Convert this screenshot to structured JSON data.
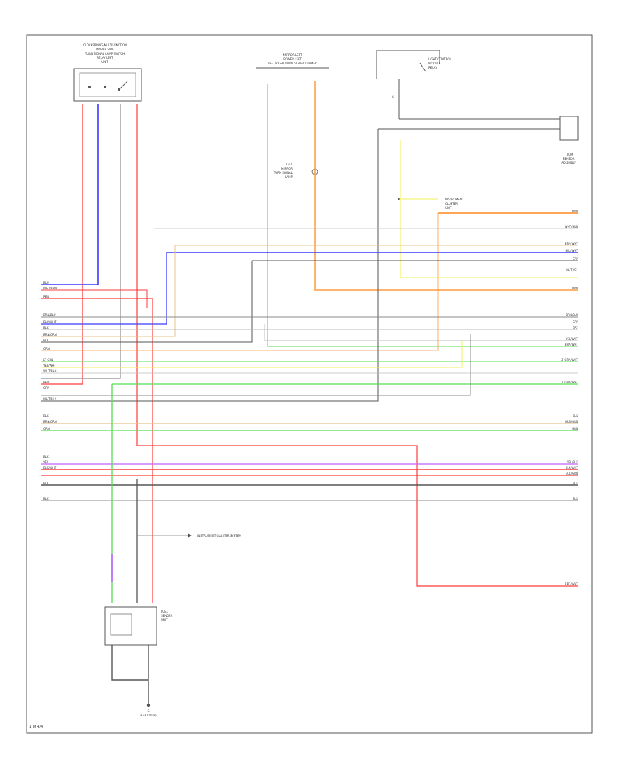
{
  "diagram": {
    "page_code": "1 of 4/4",
    "components": {
      "top_left": [
        "CLOCKSPRING/MULTIFUNCTION",
        "DRIVER SIDE",
        "TURN SIGNAL LAMP SWITCH",
        "RELAY LEFT",
        "UNIT"
      ],
      "top_center": [
        "MIRROR LEFT",
        "POWER LEFT",
        "LEFT/RIGHT/TURN SIGNAL DIMMER"
      ],
      "top_right": [
        "LIGHT CONTROL",
        "MODULE",
        "RELAY"
      ],
      "right_mid": [
        "LCM",
        "SENSOR",
        "ASSEMBLY"
      ],
      "center": [
        "LEFT",
        "MIRROR",
        "TURN SIGNAL",
        "LAMP"
      ],
      "mid_right": [
        "INSTRUMENT",
        "CLUSTER",
        "UNIT"
      ],
      "bottom": [
        "FUEL",
        "SENDER",
        "UNIT"
      ],
      "ground": [
        "G",
        "(LEFT SIDE)"
      ],
      "instrument_ref": "INSTRUMENT CLUSTER SYSTEM"
    },
    "left_rows": [
      "BLU",
      "WHT/BRN",
      "RED",
      "BRN/BLU",
      "BLU/WHT",
      "BLK",
      "BRN/ORN",
      "BLK",
      "ORN",
      "LT GRN",
      "YEL/WHT",
      "WHT/BLK",
      "RED",
      "GRY",
      "WHT/BLK",
      "BLK",
      "BRN/ORN",
      "GRN",
      "BLK",
      "YEL",
      "BLK/WHT",
      "BLK",
      "BLK"
    ],
    "right_rows": [
      "ORN",
      "WHT/BRN",
      "BRN/WHT",
      "BLU/WHT",
      "GRY",
      "WHT/YEL",
      "ORN",
      "BRN/BLU",
      "GRY",
      "GRY",
      "YEL/WHT",
      "BRN/WHT",
      "LT GRN/WHT",
      "LT GRN/WHT",
      "BLK",
      "BRN/ORN",
      "GRN",
      "YEL/BLK",
      "BLK/WHT",
      "BLK/GRN",
      "BLK",
      "BLK",
      "RED/WHT"
    ],
    "wire_colors": {
      "red": "#ff3b3b",
      "blue": "#3a3aff",
      "gray": "#8a8a8a",
      "dark": "#555555",
      "green": "#55dd55",
      "orange": "#ff9a3c",
      "yellow": "#f2f25a",
      "tan": "#e8c48a",
      "purple": "#c060ff",
      "light_gray": "#bbbbbb"
    }
  }
}
